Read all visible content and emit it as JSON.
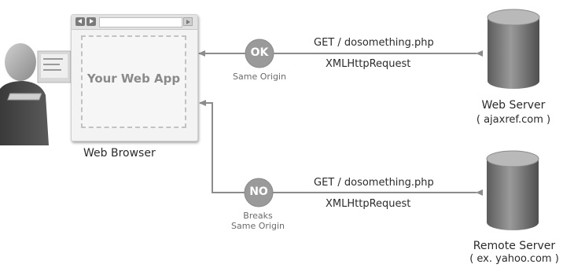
{
  "browser": {
    "app_label": "Your Web App",
    "caption": "Web Browser"
  },
  "same_origin": {
    "badge": "OK",
    "label": "Same Origin",
    "request_line": "GET / dosomething.php",
    "request_type": "XMLHttpRequest"
  },
  "cross_origin": {
    "badge": "NO",
    "label_line1": "Breaks",
    "label_line2": "Same Origin",
    "request_line": "GET / dosomething.php",
    "request_type": "XMLHttpRequest"
  },
  "web_server": {
    "name": "Web Server",
    "host": "( ajaxref.com )"
  },
  "remote_server": {
    "name": "Remote Server",
    "host": "( ex. yahoo.com )"
  },
  "colors": {
    "badge_fill": "#9a9a9a",
    "arrow": "#8c8c8c",
    "server_dark": "#6e6e6e"
  }
}
